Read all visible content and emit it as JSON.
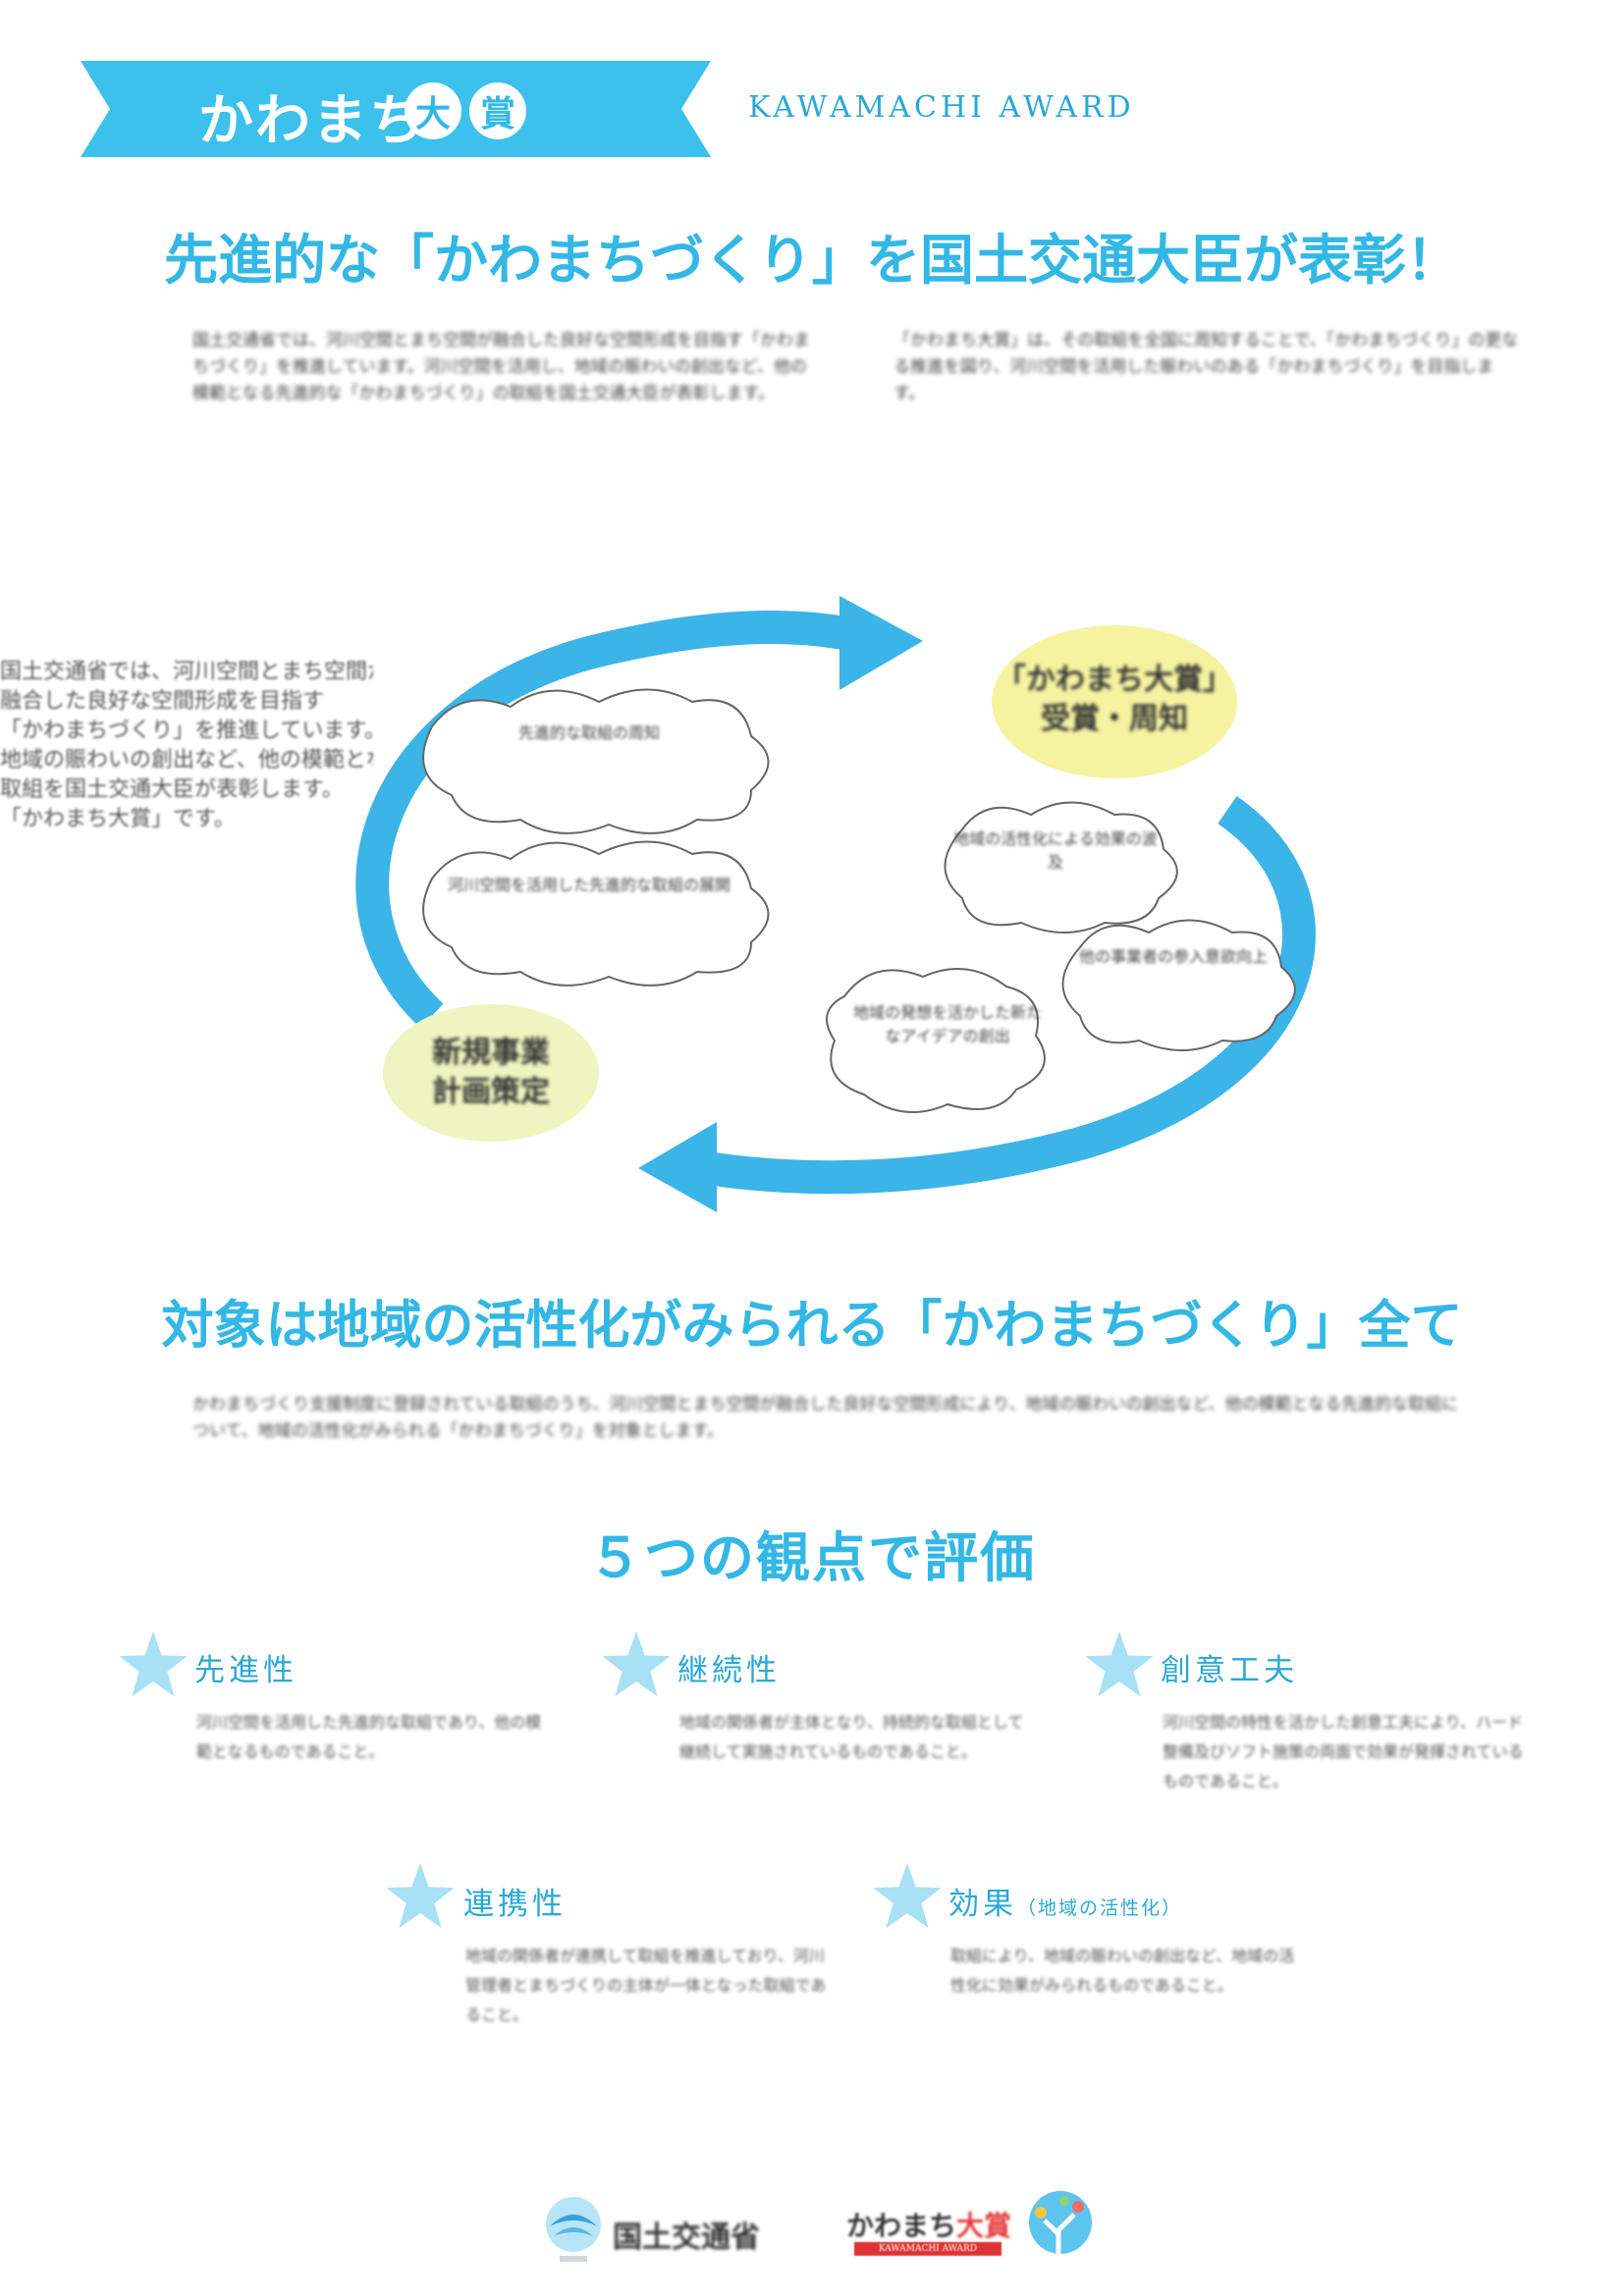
{
  "header": {
    "title": "かわまち",
    "badge1": "大",
    "badge2": "賞",
    "award_en": "KAWAMACHI AWARD",
    "ribbon_color": "#3cc0ec"
  },
  "headline": "先進的な「かわまちづくり」を国土交通大臣が表彰！",
  "intro": {
    "left": "国土交通省では、河川空間とまち空間が融合した良好な空間形成を目指す「かわまちづくり」を推進しています。河川空間を活用し、地域の賑わいの創出など、他の模範となる先進的な「かわまちづくり」の取組を国土交通大臣が表彰します。",
    "right": "「かわまち大賞」は、その取組を全国に周知することで、「かわまちづくり」の更なる推進を図り、河川空間を活用した賑わいのある「かわまちづくり」を目指します。"
  },
  "cycle": {
    "oval_top_l1": "「かわまち大賞」",
    "oval_top_l2": "受賞・周知",
    "oval_bottom_l1": "新規事業",
    "oval_bottom_l2": "計画策定",
    "cloud1": "先進的な取組の周知",
    "cloud2": "河川空間を活用した先進的な取組の展開",
    "cloud3": "地域の活性化による効果の波及",
    "cloud4": "他の事業者の参入意欲向上",
    "cloud5": "地域の発想を活かした新たなアイデアの創出",
    "arrow_color": "#3bb4e8",
    "oval_top_color": "#f5f3a0",
    "oval_bottom_color": "#eef5c0"
  },
  "left_scrap": [
    "国土交通省では、河川空間とまち空間が",
    "融合した良好な空間形成を目指す",
    "「かわまちづくり」を推進しています。",
    "地域の賑わいの創出など、他の模範となる",
    "取組を国土交通大臣が表彰します。",
    "「かわまち大賞」です。"
  ],
  "section2": {
    "heading": "対象は地域の活性化がみられる「かわまちづくり」全て",
    "body": "かわまちづくり支援制度に登録されている取組のうち、河川空間とまち空間が融合した良好な空間形成により、地域の賑わいの創出など、他の模範となる先進的な取組について、地域の活性化がみられる「かわまちづくり」を対象とします。"
  },
  "section3": {
    "heading": "５つの観点で評価"
  },
  "perspectives": [
    {
      "title": "先進性",
      "note": "",
      "body": "河川空間を活用した先進的な取組であり、他の模範となるものであること。"
    },
    {
      "title": "継続性",
      "note": "",
      "body": "地域の関係者が主体となり、持続的な取組として継続して実施されているものであること。"
    },
    {
      "title": "創意工夫",
      "note": "",
      "body": "河川空間の特性を活かした創意工夫により、ハード整備及びソフト施策の両面で効果が発揮されているものであること。"
    },
    {
      "title": "連携性",
      "note": "",
      "body": "地域の関係者が連携して取組を推進しており、河川管理者とまちづくりの主体が一体となった取組であること。"
    },
    {
      "title": "効果",
      "note": "（地域の活性化）",
      "body": "取組により、地域の賑わいの創出など、地域の活性化に効果がみられるものであること。"
    }
  ],
  "footer": {
    "mlit": "国土交通省",
    "kawamachi": "かわまち",
    "kawamachi_badges": "大賞",
    "kawamachi_en": "KAWAMACHI AWARD"
  }
}
